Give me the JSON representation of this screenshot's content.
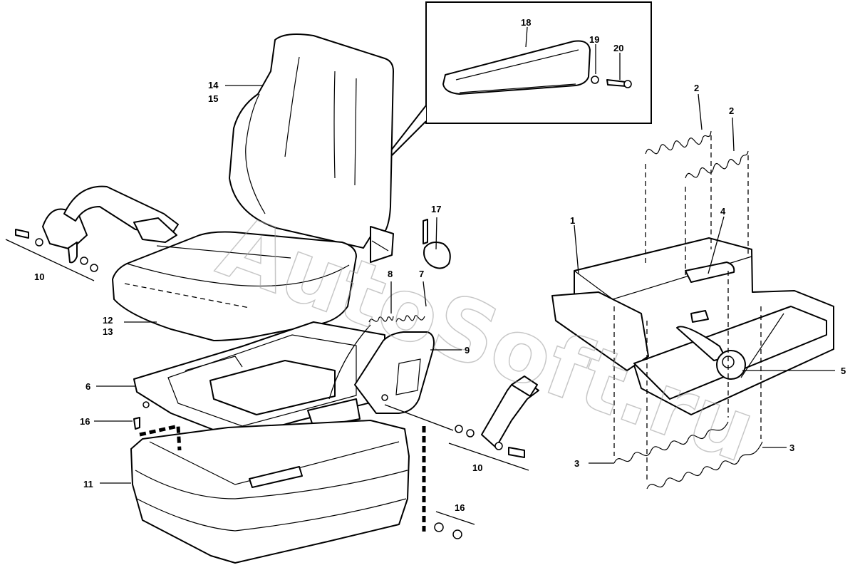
{
  "watermark": "AutoSoft.ru",
  "callouts": {
    "c1": "1",
    "c2a": "2",
    "c2b": "2",
    "c3a": "3",
    "c3b": "3",
    "c4": "4",
    "c5": "5",
    "c6": "6",
    "c7": "7",
    "c8": "8",
    "c9": "9",
    "c10a": "10",
    "c10b": "10",
    "c11": "11",
    "c12": "12",
    "c13": "13",
    "c14": "14",
    "c15": "15",
    "c16a": "16",
    "c16b": "16",
    "c17": "17",
    "c18": "18",
    "c19": "19",
    "c20": "20"
  }
}
